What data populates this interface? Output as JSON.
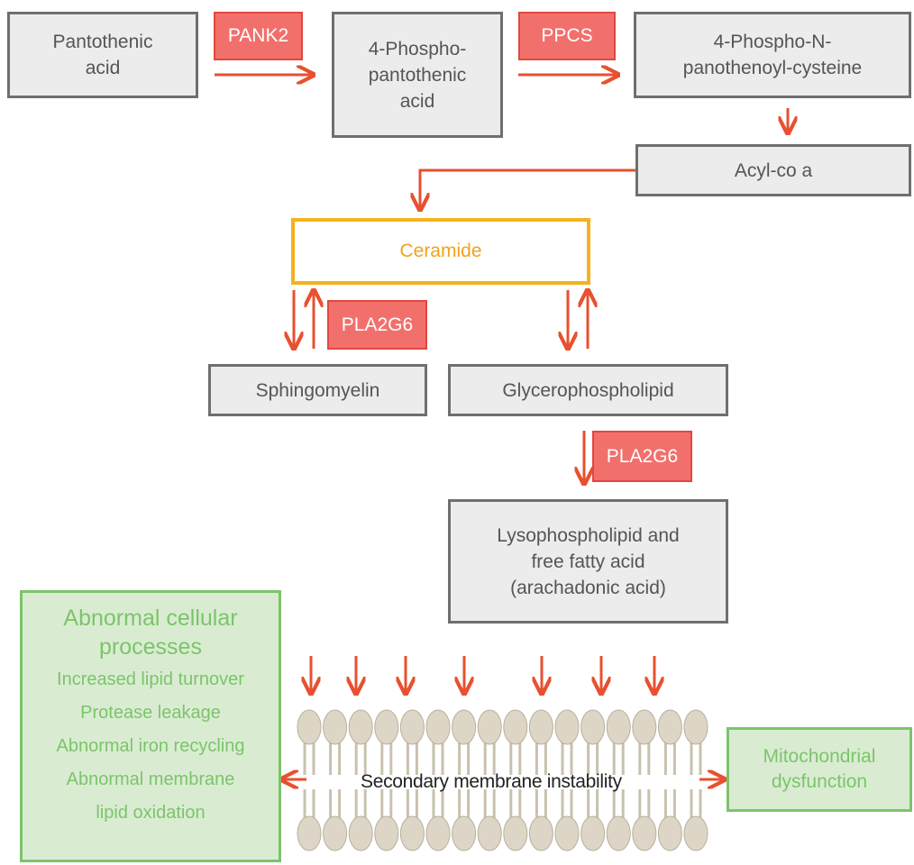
{
  "nodes": {
    "pantothenic_acid": [
      "Pantothenic",
      "acid"
    ],
    "phosphopantothenic": [
      "4-Phospho-",
      "pantothenic",
      "acid"
    ],
    "phosphopantothenoyl": [
      "4-Phospho-N-",
      "panothenoyl-cysteine"
    ],
    "acyl_coa": "Acyl-co a",
    "ceramide": "Ceramide",
    "sphingomyelin": "Sphingomyelin",
    "glycerophospholipid": "Glycerophospholipid",
    "lysophospholipid": [
      "Lysophospholipid and",
      "free fatty acid",
      "(arachadonic acid)"
    ],
    "abnormal": {
      "heading": [
        "Abnormal cellular",
        "processes"
      ],
      "items": [
        "Increased lipid turnover",
        "Protease leakage",
        "Abnormal iron recycling",
        "Abnormal membrane",
        "lipid oxidation"
      ]
    },
    "mitochondrial": [
      "Mitochondrial",
      "dysfunction"
    ],
    "membrane_label": "Secondary membrane instability"
  },
  "enzymes": {
    "pank2": "PANK2",
    "ppcs": "PPCS",
    "pla2g6_a": "PLA2G6",
    "pla2g6_b": "PLA2G6"
  },
  "colors": {
    "arrow": "#e8502f",
    "enzyme_fill": "#f1706c",
    "ceramide_border": "#f6b21d",
    "green_text": "#7cc46a",
    "gray_border": "#6f6f6f",
    "lipid_head": "#ddd6c6"
  }
}
